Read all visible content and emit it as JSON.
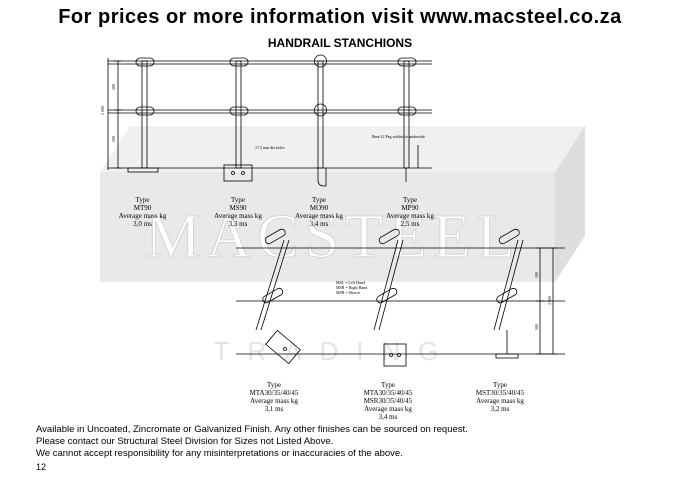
{
  "header": {
    "banner": "For prices or more information visit www.macsteel.co.za",
    "title": "HANDRAIL STANCHIONS"
  },
  "watermark": {
    "brand": "MACSTEEL",
    "sub": "TRADING",
    "color": "#e3e3e3"
  },
  "top_row": [
    {
      "type": "Type",
      "code": "MT90",
      "mass_label": "Average mass kg",
      "mass": "3,0 ms"
    },
    {
      "type": "Type",
      "code": "MS90",
      "mass_label": "Average mass kg",
      "mass": "3,3 ms"
    },
    {
      "type": "Type",
      "code": "MO90",
      "mass_label": "Average mass kg",
      "mass": "3,4 ms"
    },
    {
      "type": "Type",
      "code": "MP90",
      "mass_label": "Average mass kg",
      "mass": "2,5 ms"
    }
  ],
  "bottom_row": [
    {
      "type": "Type",
      "code": "MTA30/35/40/45",
      "code2": "",
      "mass_label": "Average mass kg",
      "mass": "3,1 ms"
    },
    {
      "type": "Type",
      "code": "MTA30/35/40/45",
      "code2": "MSR30/35/40/45",
      "mass_label": "Average mass kg",
      "mass": "3,4 ms"
    },
    {
      "type": "Type",
      "code": "MST30/35/40/45",
      "code2": "",
      "mass_label": "Average mass kg",
      "mass": "3,2 ms"
    }
  ],
  "dims": {
    "top_height": "1 000",
    "top_upper": "500",
    "top_lower": "500",
    "bottom_height": "1 000",
    "bottom_upper": "500",
    "bottom_lower": "500",
    "holes": "17,5 mm dia holes",
    "bent": "Bent 12 Peg welded to underside"
  },
  "legend": {
    "l1": "MSL = Left Hand",
    "l2": "MSR = Right Hand",
    "l3": "MSB = Shown"
  },
  "footer": {
    "line1": "Available in Uncoated, Zincromate or Galvanized Finish. Any other finishes can be sourced on request.",
    "line2": "Please contact our Structural Steel Division for Sizes not Listed Above.",
    "line3": "We cannot accept responsibility for any misinterpretations or inaccuracies of the above.",
    "page": "12"
  }
}
